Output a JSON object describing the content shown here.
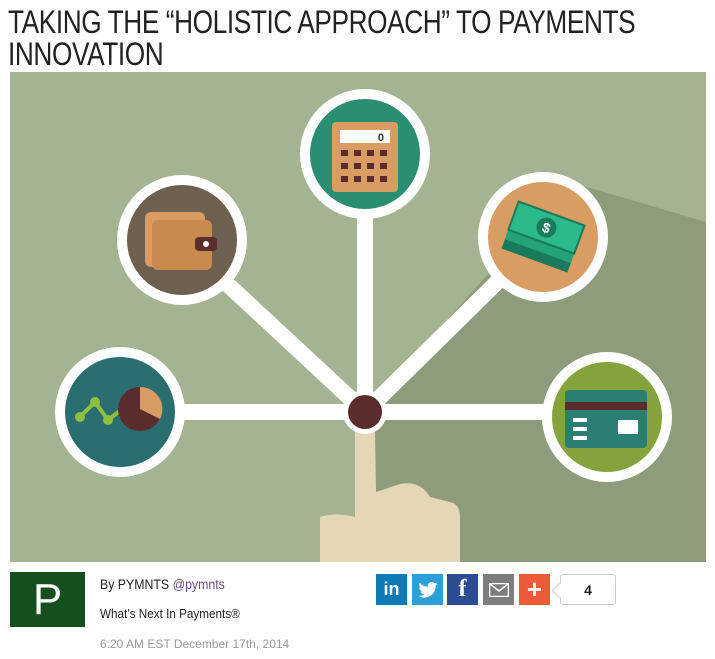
{
  "article": {
    "title_line1": "TAKING THE “HOLISTIC APPROACH” TO PAYMENTS",
    "title_line2": "INNOVATION"
  },
  "hero": {
    "calculator_display": "0"
  },
  "author": {
    "avatar_letter": "P",
    "by_prefix": "By PYMNTS",
    "handle": "@pymnts",
    "tagline": "What’s Next In Payments®",
    "timestamp": "6:20 AM EST December 17th, 2014"
  },
  "share": {
    "buttons": [
      {
        "icon": "linkedin-icon",
        "label": "in",
        "color": "#0f7bb6"
      },
      {
        "icon": "twitter-icon",
        "label": "",
        "color": "#2c9ed8"
      },
      {
        "icon": "facebook-icon",
        "label": "f",
        "color": "#2d4d93"
      },
      {
        "icon": "email-icon",
        "label": "",
        "color": "#7d7d7d"
      },
      {
        "icon": "plus-icon",
        "label": "+",
        "color": "#ed5a39"
      }
    ],
    "count": "4"
  }
}
